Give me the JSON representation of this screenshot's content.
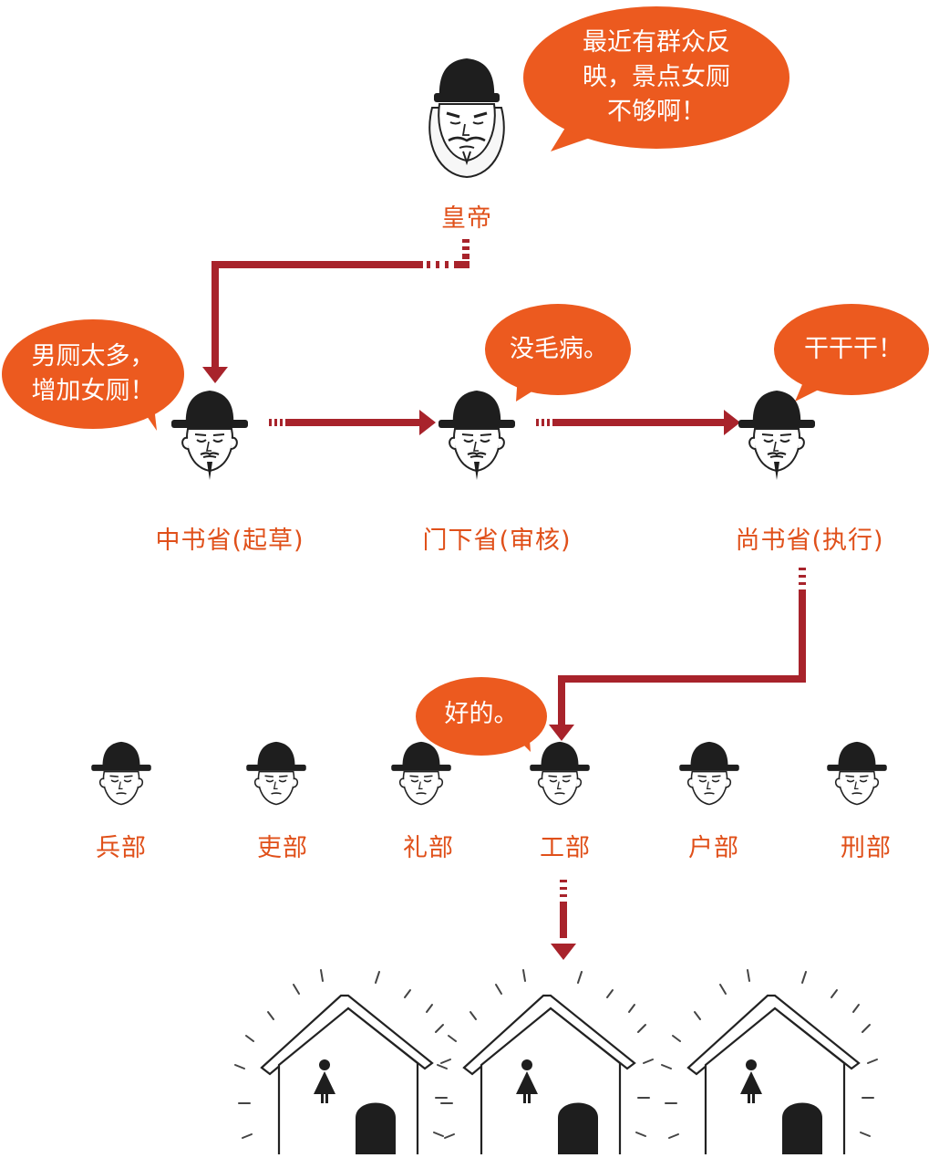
{
  "colors": {
    "bubble": "#ec5a1f",
    "label": "#e0501a",
    "arrow": "#a8232b",
    "ink": "#222222"
  },
  "emperor": {
    "label": "皇帝",
    "speech": [
      "最近有群众反",
      "映，景点女厕",
      "不够啊！"
    ]
  },
  "ministries": [
    {
      "id": "zhongshu",
      "label": "中书省(起草)",
      "speech": [
        "男厕太多，",
        "增加女厕！"
      ]
    },
    {
      "id": "menxia",
      "label": "门下省(审核)",
      "speech": [
        "没毛病。"
      ]
    },
    {
      "id": "shangshu",
      "label": "尚书省(执行)",
      "speech": [
        "干干干！"
      ]
    }
  ],
  "departments": [
    {
      "id": "bing",
      "label": "兵部"
    },
    {
      "id": "li-personnel",
      "label": "吏部"
    },
    {
      "id": "li-rites",
      "label": "礼部"
    },
    {
      "id": "gong",
      "label": "工部",
      "speech": [
        "好的。"
      ]
    },
    {
      "id": "hu",
      "label": "户部"
    },
    {
      "id": "xing",
      "label": "刑部"
    }
  ],
  "toilets": [
    {
      "id": "toilet-1",
      "icon": "female-icon"
    },
    {
      "id": "toilet-2",
      "icon": "female-icon"
    },
    {
      "id": "toilet-3",
      "icon": "female-icon"
    }
  ]
}
